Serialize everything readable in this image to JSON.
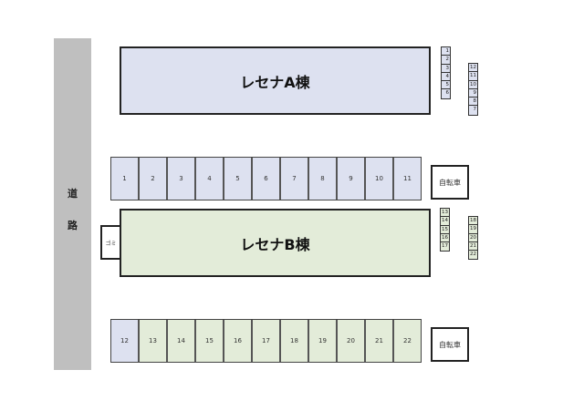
{
  "road": {
    "chars": [
      "道",
      "路"
    ]
  },
  "building_a": {
    "label": "レセナA棟",
    "color": "#dde1f0"
  },
  "building_b": {
    "label": "レセナB棟",
    "color": "#e3ecd9"
  },
  "trash": "ゴミ",
  "bike": "自転車",
  "row1": [
    {
      "n": "1",
      "c": "blue"
    },
    {
      "n": "2",
      "c": "blue"
    },
    {
      "n": "3",
      "c": "blue"
    },
    {
      "n": "4",
      "c": "blue"
    },
    {
      "n": "5",
      "c": "blue"
    },
    {
      "n": "6",
      "c": "blue"
    },
    {
      "n": "7",
      "c": "blue"
    },
    {
      "n": "8",
      "c": "blue"
    },
    {
      "n": "9",
      "c": "blue"
    },
    {
      "n": "10",
      "c": "blue"
    },
    {
      "n": "11",
      "c": "blue"
    }
  ],
  "row2": [
    {
      "n": "12",
      "c": "blue"
    },
    {
      "n": "13",
      "c": "green"
    },
    {
      "n": "14",
      "c": "green"
    },
    {
      "n": "15",
      "c": "green"
    },
    {
      "n": "16",
      "c": "green"
    },
    {
      "n": "17",
      "c": "green"
    },
    {
      "n": "18",
      "c": "green"
    },
    {
      "n": "19",
      "c": "green"
    },
    {
      "n": "20",
      "c": "green"
    },
    {
      "n": "21",
      "c": "green"
    },
    {
      "n": "22",
      "c": "green"
    }
  ],
  "a_small_left": [
    "1",
    "2",
    "3",
    "4",
    "5",
    "6"
  ],
  "a_small_right": [
    "12",
    "11",
    "10",
    "9",
    "8",
    "7"
  ],
  "b_small_left": [
    "13",
    "14",
    "15",
    "16",
    "17"
  ],
  "b_small_right": [
    "18",
    "19",
    "20",
    "21",
    "22"
  ]
}
